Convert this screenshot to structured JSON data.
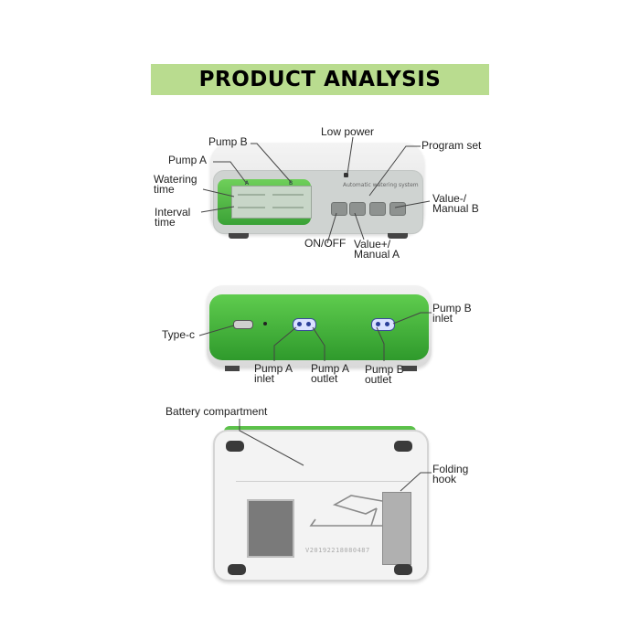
{
  "banner": {
    "title": "PRODUCT ANALYSIS",
    "bg_color": "#b9dc8f"
  },
  "device_front": {
    "labels": {
      "pump_b": "Pump B",
      "low_power": "Low power",
      "program_set": "Program set",
      "pump_a": "Pump A",
      "watering_time": "Watering\ntime",
      "value_minus": "Value-/\nManual B",
      "interval_time": "Interval\ntime",
      "on_off": "ON/OFF",
      "value_plus": "Value+/\nManual A"
    },
    "lcd_channel_a": "A",
    "lcd_channel_b": "B",
    "panel_caption": "Automatic watering system",
    "accent_color": "#3aa236"
  },
  "device_rear": {
    "labels": {
      "type_c": "Type-c",
      "pump_b_inlet": "Pump B\ninlet",
      "pump_a_inlet": "Pump A\ninlet",
      "pump_a_outlet": "Pump A\noutlet",
      "pump_b_outlet": "Pump B\noutlet"
    }
  },
  "device_bottom": {
    "labels": {
      "battery_compartment": "Battery compartment",
      "folding_hook": "Folding\nhook"
    },
    "serial": "V20192218080487"
  }
}
